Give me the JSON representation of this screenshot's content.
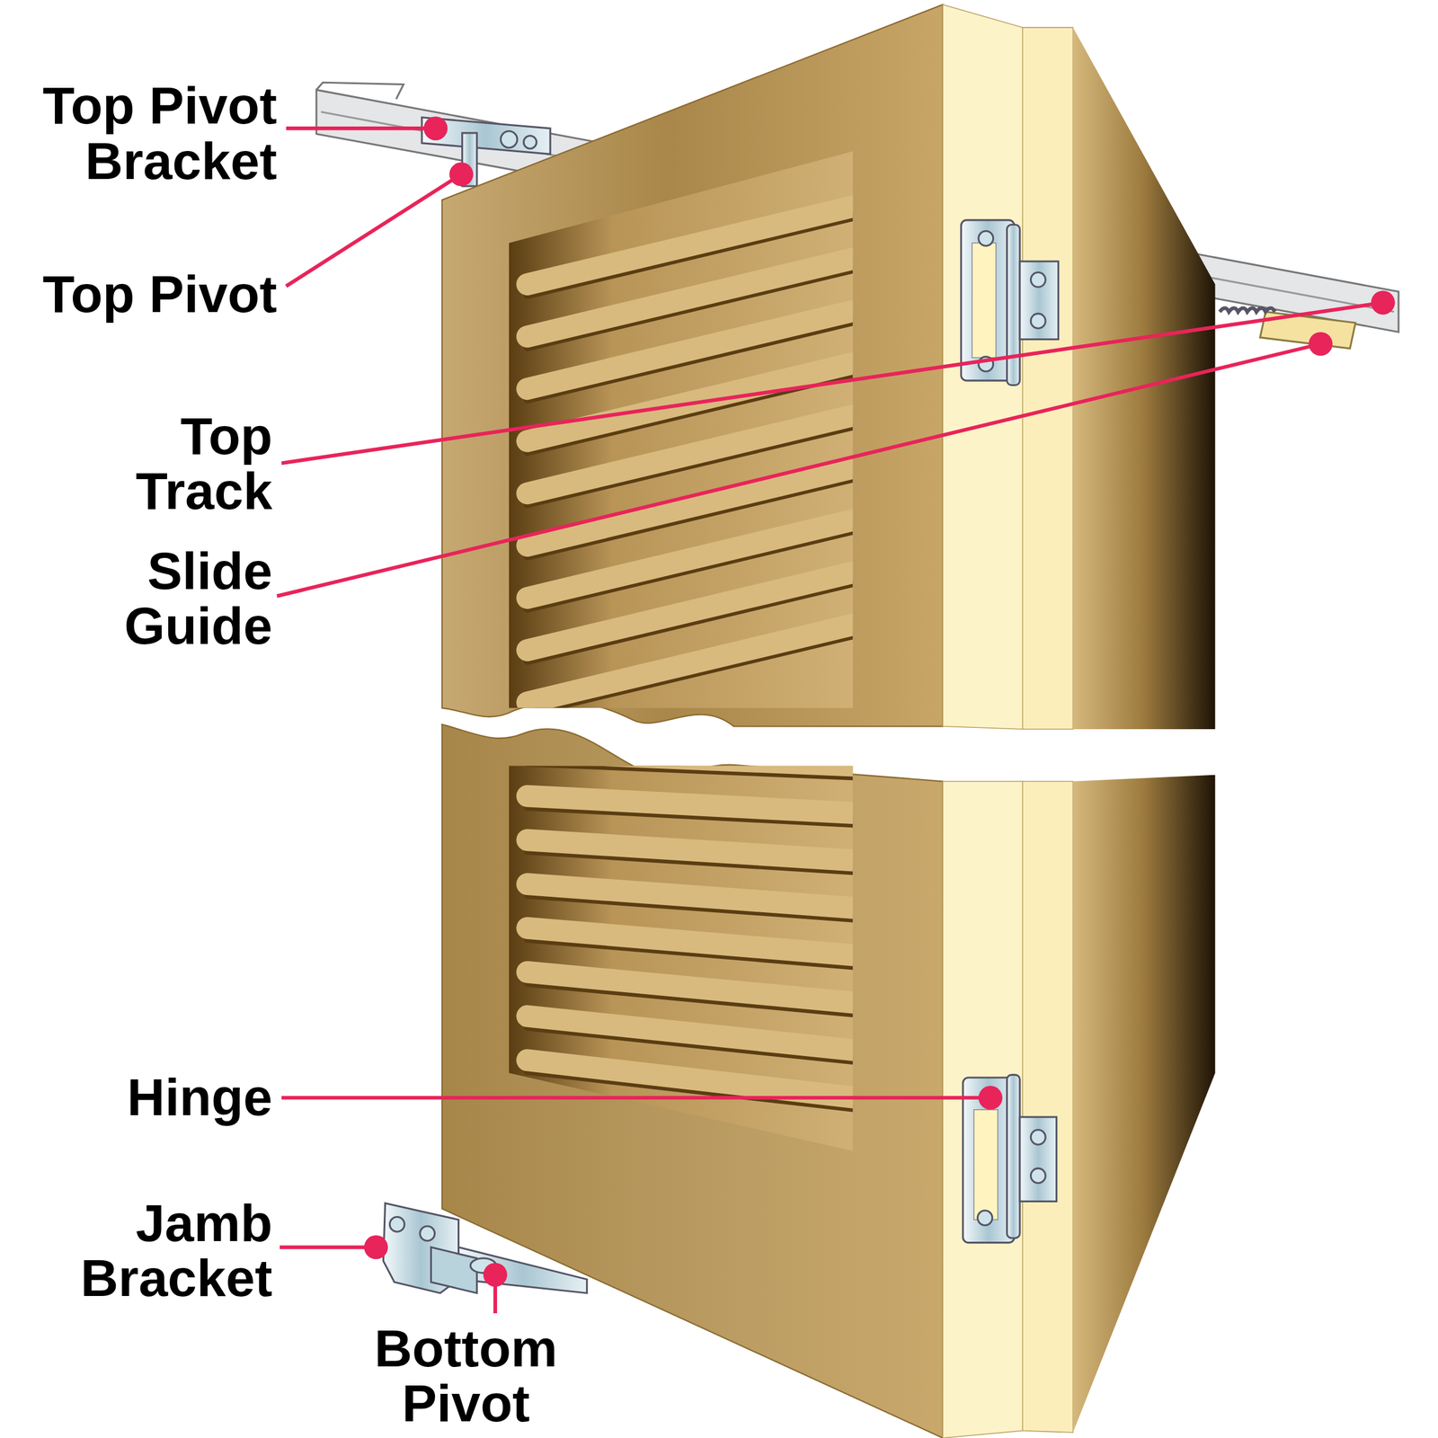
{
  "diagram": {
    "labels": [
      "Top Pivot Bracket",
      "Top Pivot",
      "Top Track",
      "Slide Guide",
      "Hinge",
      "Jamb Bracket",
      "Bottom Pivot"
    ]
  }
}
